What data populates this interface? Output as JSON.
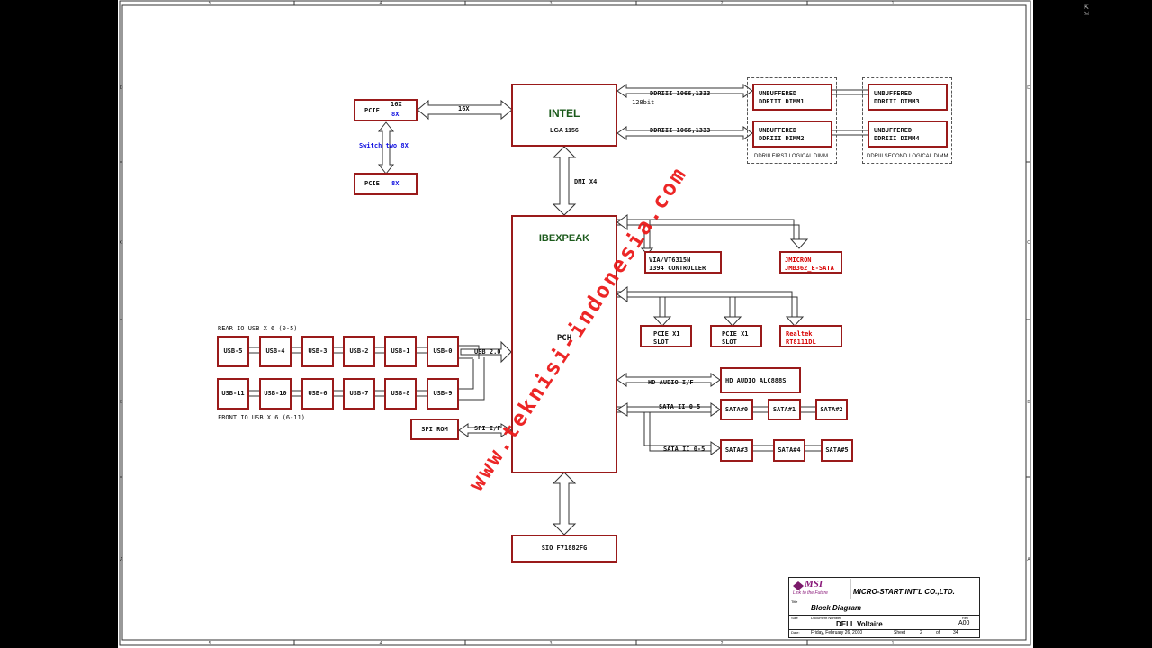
{
  "blocks": {
    "pcie_top": {
      "label": "PCIE"
    },
    "pcie_bottom": {
      "label": "PCIE"
    },
    "intel": {
      "title": "INTEL",
      "sub": "LGA 1156"
    },
    "dimm1": {
      "l1": "UNBUFFERED",
      "l2": "DDRIII  DIMM1"
    },
    "dimm3": {
      "l1": "UNBUFFERED",
      "l2": "DDRIII DIMM3"
    },
    "dimm2": {
      "l1": "UNBUFFERED",
      "l2": "DDRIII DIMM2"
    },
    "dimm4": {
      "l1": "UNBUFFERED",
      "l2": "DDRIII DIMM4"
    },
    "pch": {
      "title": "IBEXPEAK",
      "sub": "PCH"
    },
    "via": {
      "l1": "VIA/VT6315N",
      "l2": "1394 CONTROLLER"
    },
    "jmicron": {
      "l1": "JMICRON",
      "l2": "JMB362_E-SATA"
    },
    "pcie_x1_a": {
      "l1": "PCIE X1",
      "l2": "SLOT"
    },
    "pcie_x1_b": {
      "l1": "PCIE X1",
      "l2": "SLOT"
    },
    "realtek": {
      "l1": "Realtek",
      "l2": "RT8111DL"
    },
    "hd_audio": {
      "label": "HD AUDIO ALC888S"
    },
    "spi_rom": {
      "label": "SPI ROM"
    },
    "sio": {
      "label": "SIO F71882FG"
    },
    "usb_rear": [
      "USB-5",
      "USB-4",
      "USB-3",
      "USB-2",
      "USB-1",
      "USB-0"
    ],
    "usb_front": [
      "USB-11",
      "USB-10",
      "USB-6",
      "USB-7",
      "USB-8",
      "USB-9"
    ],
    "sata_top": [
      "SATA#0",
      "SATA#1",
      "SATA#2"
    ],
    "sata_bottom": [
      "SATA#3",
      "SATA#4",
      "SATA#5"
    ]
  },
  "labels": {
    "pcie_16x_small": "16X",
    "pcie_8x_top": "8X",
    "pcie_8x_bottom": "8X",
    "link_16x": "16X",
    "switch": "Switch  two 8X",
    "ddr_top": "DDRIII 1066,1333",
    "ddr_bottom": "DDRIII 1066,1333",
    "bit128": "128bit",
    "dmi": "DMI X4",
    "usb2": "USB 2.0",
    "spi_if": "SPI I/F",
    "hd_audio_if": "HD AUDIO I/F",
    "sata_top": "SATA II 0-5",
    "sata_bottom": "SATA II 0-5",
    "rear_usb": "REAR IO USB X 6 (0-5)",
    "front_usb": "FRONT IO USB X 6 (6-11)",
    "dimm_group1": "DDRIII FIRST LOGICAL DIMM",
    "dimm_group2": "DDRIII SECOND LOGICAL DIMM"
  },
  "watermark": "www.teknisi-indonesia.com",
  "titleblock": {
    "logo": "MSI",
    "slogan": "Link to the Future",
    "company": "MICRO-START INT'L CO.,LTD.",
    "title_label": "Title",
    "title": "Block Diagram",
    "size_label": "Size",
    "docnum_label": "Document Number",
    "doc": "DELL Voltaire",
    "rev_label": "Rev",
    "rev": "A00",
    "date_label": "Date:",
    "date": "Friday, February 26, 2010",
    "sheet_label": "Sheet",
    "sheet": "2",
    "of_label": "of",
    "total": "34"
  },
  "frame": {
    "top_cols": [
      "5",
      "4",
      "3",
      "2",
      "1"
    ],
    "rows": [
      "D",
      "C",
      "B",
      "A"
    ]
  },
  "colors": {
    "block_border": "#9a1a1a",
    "watermark": "#ec1b1b",
    "blue": "#1010e0",
    "red": "#d80000"
  }
}
